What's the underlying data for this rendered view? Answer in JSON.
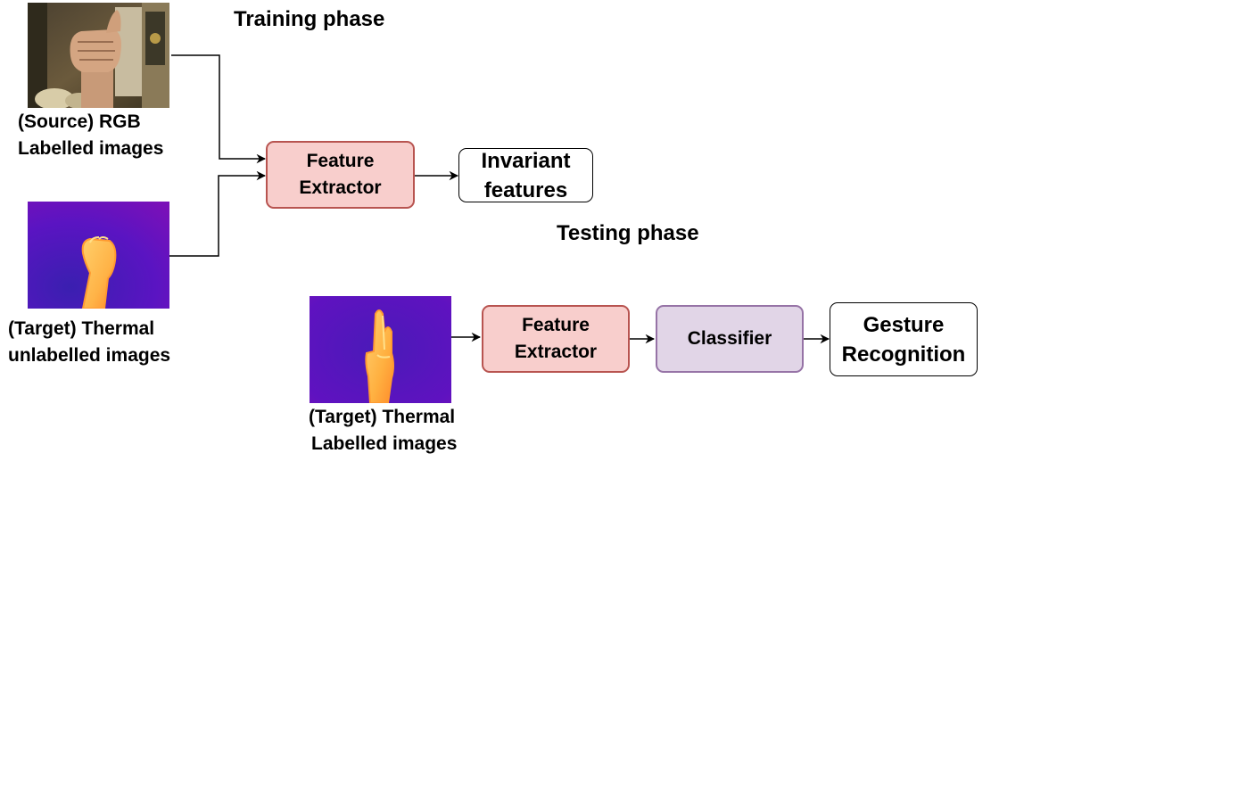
{
  "training": {
    "title": "Training phase",
    "source_caption": [
      "(Source) RGB",
      "Labelled images"
    ],
    "target_caption": [
      "(Target) Thermal",
      "unlabelled images"
    ],
    "feature_extractor": [
      "Feature",
      "Extractor"
    ],
    "output": [
      "Invariant",
      "features"
    ]
  },
  "testing": {
    "title": "Testing phase",
    "target_caption": [
      "(Target) Thermal",
      "Labelled images"
    ],
    "feature_extractor": [
      "Feature",
      "Extractor"
    ],
    "classifier": "Classifier",
    "output": [
      "Gesture",
      "Recognition"
    ]
  },
  "colors": {
    "feature_extractor_fill": "#f8cecc",
    "feature_extractor_stroke": "#b85450",
    "classifier_fill": "#e1d5e7",
    "classifier_stroke": "#9673a6"
  },
  "icons": {
    "rgb_image": "rgb-hand-fist-photo-icon",
    "thermal_fist": "thermal-hand-fist-icon",
    "thermal_two_fingers": "thermal-hand-two-fingers-icon"
  }
}
